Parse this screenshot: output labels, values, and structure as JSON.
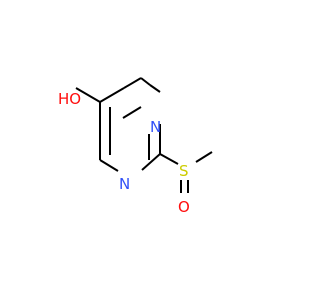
{
  "molecule": {
    "atoms": {
      "hydroxyl": {
        "label": "HO",
        "color": "#ff0d0d"
      },
      "n_top": {
        "label": "N",
        "color": "#3050f8"
      },
      "n_bottom": {
        "label": "N",
        "color": "#3050f8"
      },
      "sulfur": {
        "label": "S",
        "color": "#cccc00"
      },
      "oxygen": {
        "label": "O",
        "color": "#ff0d0d"
      }
    },
    "bond_color": "#000000"
  }
}
